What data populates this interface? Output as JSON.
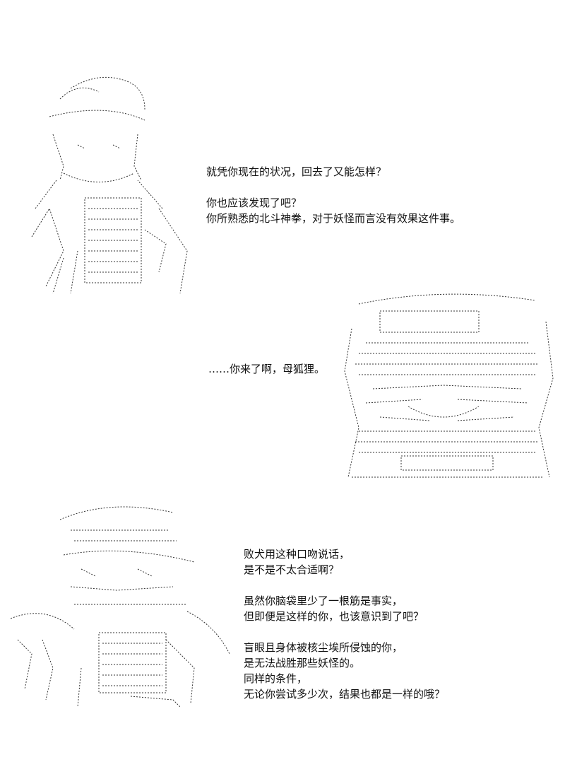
{
  "colors": {
    "background": "#ffffff",
    "text": "#111111",
    "ascii_art": "#333333"
  },
  "panel1": {
    "lines": [
      "就凭你现在的状况，回去了又能怎样？",
      "",
      "你也应该发现了吧？",
      "你所熟悉的北斗神拳，对于妖怪而言没有效果这件事。"
    ]
  },
  "panel2": {
    "line": "……你来了啊，母狐狸。"
  },
  "panel3": {
    "lines": [
      "败犬用这种口吻说话，",
      "是不是不太合适啊？",
      "",
      "虽然你脑袋里少了一根筋是事实，",
      "但即便是这样的你，也该意识到了吧？",
      "",
      "盲眼且身体被核尘埃所侵蚀的你，",
      "是无法战胜那些妖怪的。",
      "同样的条件，",
      "无论你尝试多少次，结果也都是一样的哦？"
    ]
  }
}
